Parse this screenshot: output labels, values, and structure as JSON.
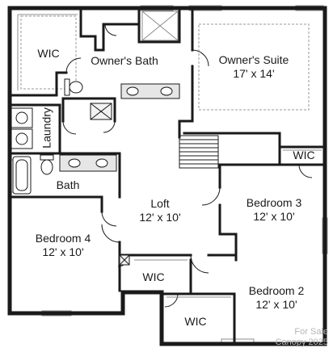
{
  "rooms": {
    "wic_owner": {
      "name": "WIC"
    },
    "owners_bath": {
      "name": "Owner's Bath"
    },
    "owners_suite": {
      "name": "Owner's Suite",
      "dim": "17' x 14'"
    },
    "laundry": {
      "name": "Laundry"
    },
    "wic_stair": {
      "name": "WIC"
    },
    "bath": {
      "name": "Bath"
    },
    "loft": {
      "name": "Loft",
      "dim": "12' x 10'"
    },
    "bedroom3": {
      "name": "Bedroom 3",
      "dim": "12' x 10'"
    },
    "bedroom4": {
      "name": "Bedroom 4",
      "dim": "12' x 10'"
    },
    "wic_bed4": {
      "name": "WIC"
    },
    "bedroom2": {
      "name": "Bedroom 2",
      "dim": "12' x 10'"
    },
    "wic_bed2": {
      "name": "WIC"
    }
  },
  "watermark": {
    "line1": "For Sale",
    "line2": "Canopy 2025"
  },
  "colors": {
    "wall": "#1a1a1a",
    "fixture": "#bcbcbc",
    "window": "#8c8c8c",
    "background": "#ffffff"
  }
}
